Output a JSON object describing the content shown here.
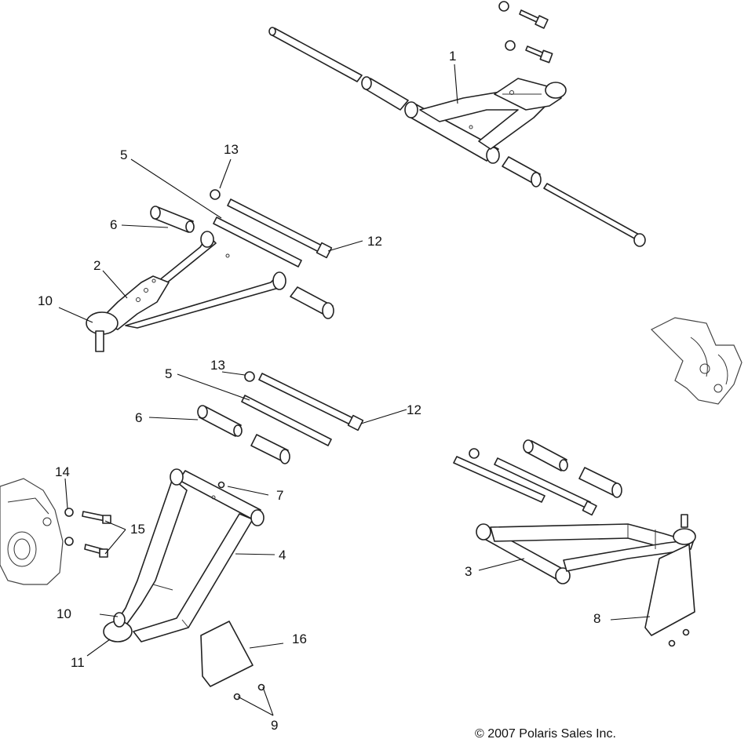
{
  "callouts": {
    "c1": "1",
    "c2": "2",
    "c3": "3",
    "c4": "4",
    "c5a": "5",
    "c5b": "5",
    "c6a": "6",
    "c6b": "6",
    "c7": "7",
    "c8": "8",
    "c9": "9",
    "c10a": "10",
    "c10b": "10",
    "c11": "11",
    "c12a": "12",
    "c12b": "12",
    "c13a": "13",
    "c13b": "13",
    "c14": "14",
    "c15": "15",
    "c16": "16"
  },
  "copyright": "© 2007 Polaris Sales Inc."
}
